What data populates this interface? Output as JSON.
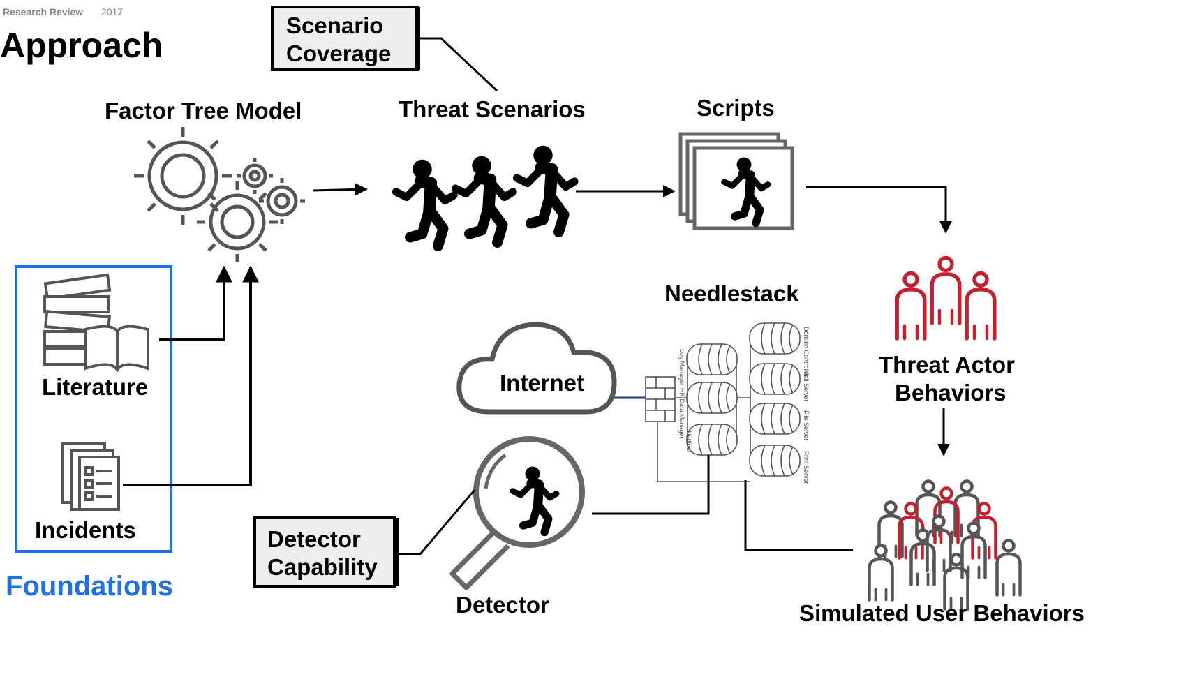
{
  "header": {
    "brand": "Research Review",
    "year": "2017"
  },
  "title": "Approach",
  "foundations": {
    "label": "Foundations",
    "items": [
      {
        "name": "Literature",
        "icon": "books-icon"
      },
      {
        "name": "Incidents",
        "icon": "checklist-docs-icon"
      }
    ],
    "color": "#1f6fe5"
  },
  "nodes": {
    "factor_tree": "Factor Tree Model",
    "threat_scenarios": "Threat Scenarios",
    "scripts": "Scripts",
    "threat_actor": [
      "Threat Actor",
      "Behaviors"
    ],
    "simulated_users": "Simulated User Behaviors",
    "needlestack": "Needlestack",
    "internet": "Internet",
    "detector": "Detector"
  },
  "callouts": {
    "scenario_coverage": [
      "Scenario",
      "Coverage"
    ],
    "detector_capability": [
      "Detector",
      "Capability"
    ]
  },
  "servers": {
    "left": [
      "Log Manager",
      "HR Data Manager",
      "Netflow"
    ],
    "right": [
      "Domain Controller",
      "Mail Server",
      "File Server",
      "Print Server"
    ]
  },
  "colors": {
    "threat_red": "#c4202e",
    "gray": "#555555",
    "link_blue": "#1f3f6b"
  }
}
